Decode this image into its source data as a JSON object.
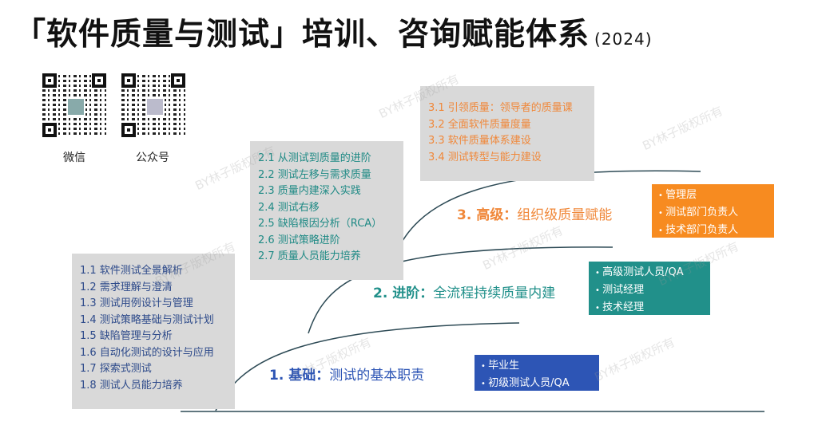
{
  "title": {
    "main": "「软件质量与测试」培训、咨询赋能体系",
    "year": "(2024)"
  },
  "qr_codes": [
    {
      "label": "微信"
    },
    {
      "label": "公众号"
    }
  ],
  "watermark": "BY林子版权所有",
  "levels": [
    {
      "label_num": "1. 基础：",
      "label_text": "测试的基本职责",
      "color": "#2d55b5",
      "courses": [
        "1.1 软件测试全景解析",
        "1.2 需求理解与澄清",
        "1.3 测试用例设计与管理",
        "1.4 测试策略基础与测试计划",
        "1.5 缺陷管理与分析",
        "1.6 自动化测试的设计与应用",
        "1.7 探索式测试",
        "1.8 测试人员能力培养"
      ],
      "audience": [
        "毕业生",
        "初级测试人员/QA"
      ]
    },
    {
      "label_num": "2. 进阶：",
      "label_text": "全流程持续质量内建",
      "color": "#21908a",
      "courses": [
        "2.1 从测试到质量的进阶",
        "2.2 测试左移与需求质量",
        "2.3 质量内建深入实践",
        "2.4 测试右移",
        "2.5 缺陷根因分析（RCA）",
        "2.6 测试策略进阶",
        "2.7 质量人员能力培养"
      ],
      "audience": [
        "高级测试人员/QA",
        "测试经理",
        "技术经理"
      ]
    },
    {
      "label_num": "3. 高级：",
      "label_text": "组织级质量赋能",
      "color": "#f78b20",
      "courses": [
        "3.1 引领质量：领导者的质量课",
        "3.2 全面软件质量度量",
        "3.3 软件质量体系建设",
        "3.4 测试转型与能力建设"
      ],
      "audience": [
        "管理层",
        "测试部门负责人",
        "技术部门负责人"
      ]
    }
  ]
}
